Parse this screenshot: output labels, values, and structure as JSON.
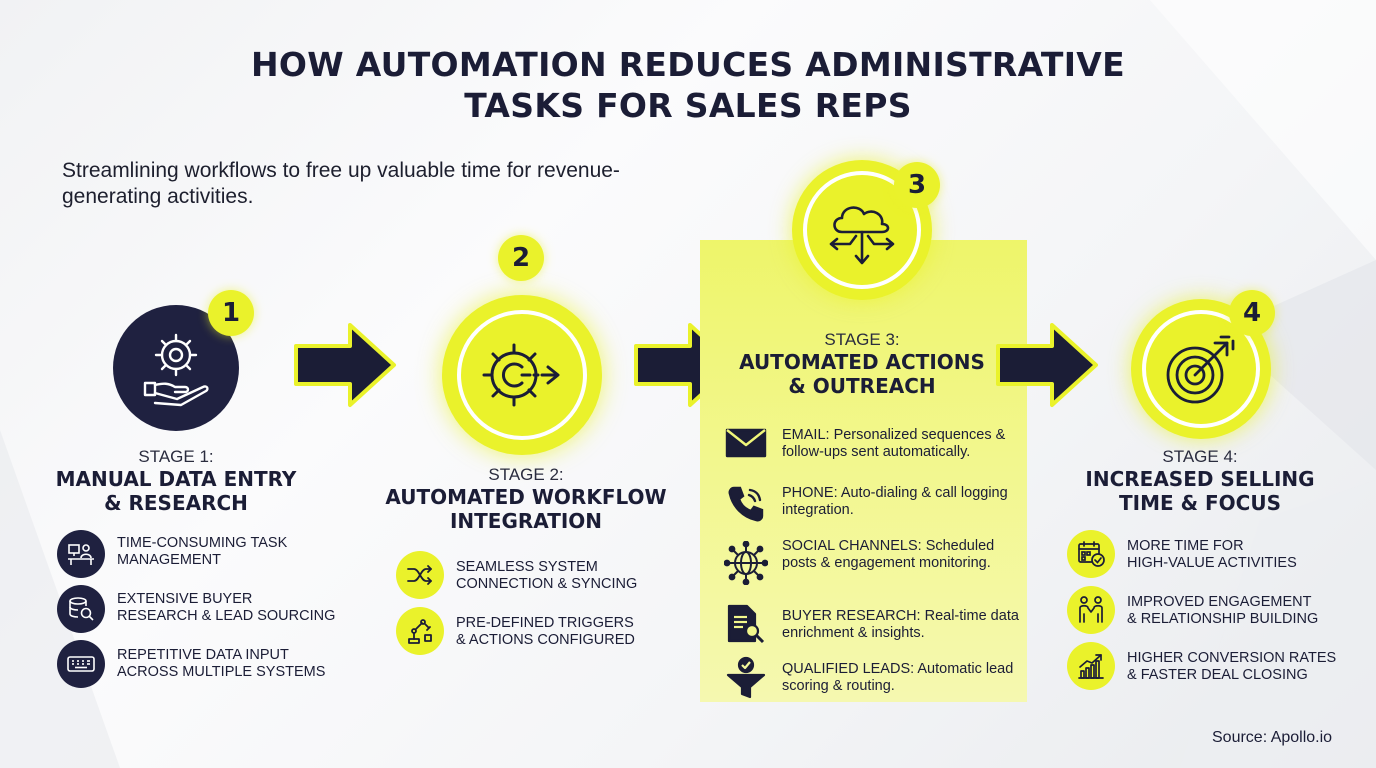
{
  "title_line1": "HOW AUTOMATION REDUCES ADMINISTRATIVE",
  "title_line2": "TASKS FOR SALES REPS",
  "subtitle": "Streamlining workflows to free up valuable time for revenue-generating activities.",
  "colors": {
    "navy": "#1f2140",
    "yellow": "#eaf22b",
    "panel": "#f0f67a"
  },
  "stages": [
    {
      "number": "1",
      "label": "STAGE 1:",
      "name_line1": "MANUAL DATA ENTRY",
      "name_line2": "& RESEARCH",
      "icon": "gear-hand-icon",
      "items": [
        {
          "icon": "desk-worker-icon",
          "text": "TIME-CONSUMING TASK\nMANAGEMENT"
        },
        {
          "icon": "database-search-icon",
          "text": "EXTENSIVE BUYER\nRESEARCH & LEAD SOURCING"
        },
        {
          "icon": "keyboard-icon",
          "text": "REPETITIVE DATA INPUT\nACROSS MULTIPLE SYSTEMS"
        }
      ]
    },
    {
      "number": "2",
      "label": "STAGE 2:",
      "name_line1": "AUTOMATED WORKFLOW",
      "name_line2": "INTEGRATION",
      "icon": "gear-arrow-icon",
      "items": [
        {
          "icon": "shuffle-icon",
          "text": "SEAMLESS SYSTEM\nCONNECTION & SYNCING"
        },
        {
          "icon": "robot-arm-icon",
          "text": "PRE-DEFINED TRIGGERS\n& ACTIONS CONFIGURED"
        }
      ]
    },
    {
      "number": "3",
      "label": "STAGE 3:",
      "name_line1": "AUTOMATED ACTIONS",
      "name_line2": "& OUTREACH",
      "icon": "cloud-arrows-icon",
      "items": [
        {
          "icon": "envelope-icon",
          "text": "EMAIL: Personalized sequences & follow-ups sent automatically."
        },
        {
          "icon": "phone-icon",
          "text": "PHONE: Auto-dialing & call logging integration."
        },
        {
          "icon": "network-globe-icon",
          "text": "SOCIAL CHANNELS: Scheduled posts & engagement monitoring."
        },
        {
          "icon": "document-search-icon",
          "text": "BUYER RESEARCH: Real-time data enrichment & insights."
        },
        {
          "icon": "funnel-check-icon",
          "text": "QUALIFIED LEADS: Automatic lead scoring & routing."
        }
      ]
    },
    {
      "number": "4",
      "label": "STAGE 4:",
      "name_line1": "INCREASED SELLING",
      "name_line2": "TIME & FOCUS",
      "icon": "target-arrow-icon",
      "items": [
        {
          "icon": "calendar-check-icon",
          "text": "MORE TIME FOR\nHIGH-VALUE ACTIVITIES"
        },
        {
          "icon": "handshake-people-icon",
          "text": "IMPROVED ENGAGEMENT\n& RELATIONSHIP BUILDING"
        },
        {
          "icon": "growth-chart-icon",
          "text": "HIGHER CONVERSION RATES\n& FASTER DEAL CLOSING"
        }
      ]
    }
  ],
  "source": "Source: Apollo.io"
}
